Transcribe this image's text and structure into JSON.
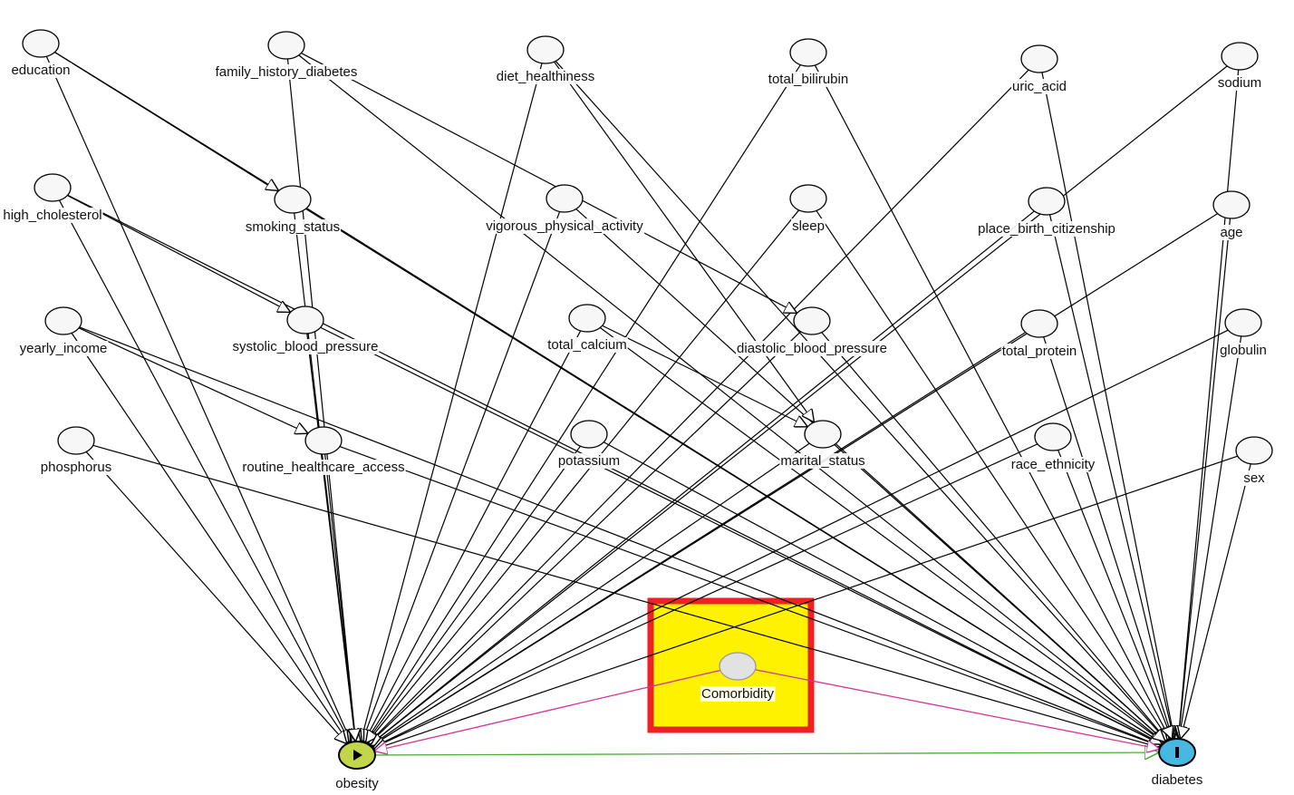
{
  "nodes": [
    {
      "id": "education",
      "label": "education",
      "type": "covariate"
    },
    {
      "id": "family_history_diabetes",
      "label": "family_history_diabetes",
      "type": "covariate"
    },
    {
      "id": "diet_healthiness",
      "label": "diet_healthiness",
      "type": "covariate"
    },
    {
      "id": "total_bilirubin",
      "label": "total_bilirubin",
      "type": "covariate"
    },
    {
      "id": "uric_acid",
      "label": "uric_acid",
      "type": "covariate"
    },
    {
      "id": "sodium",
      "label": "sodium",
      "type": "covariate"
    },
    {
      "id": "high_cholesterol",
      "label": "high_cholesterol",
      "type": "covariate"
    },
    {
      "id": "smoking_status",
      "label": "smoking_status",
      "type": "covariate"
    },
    {
      "id": "vigorous_physical_activity",
      "label": "vigorous_physical_activity",
      "type": "covariate"
    },
    {
      "id": "sleep",
      "label": "sleep",
      "type": "covariate"
    },
    {
      "id": "place_birth_citizenship",
      "label": "place_birth_citizenship",
      "type": "covariate"
    },
    {
      "id": "age",
      "label": "age",
      "type": "covariate"
    },
    {
      "id": "yearly_income",
      "label": "yearly_income",
      "type": "covariate"
    },
    {
      "id": "systolic_blood_pressure",
      "label": "systolic_blood_pressure",
      "type": "covariate"
    },
    {
      "id": "total_calcium",
      "label": "total_calcium",
      "type": "covariate"
    },
    {
      "id": "diastolic_blood_pressure",
      "label": "diastolic_blood_pressure",
      "type": "covariate"
    },
    {
      "id": "total_protein",
      "label": "total_protein",
      "type": "covariate"
    },
    {
      "id": "globulin",
      "label": "globulin",
      "type": "covariate"
    },
    {
      "id": "phosphorus",
      "label": "phosphorus",
      "type": "covariate"
    },
    {
      "id": "routine_healthcare_access",
      "label": "routine_healthcare_access",
      "type": "covariate"
    },
    {
      "id": "potassium",
      "label": "potassium",
      "type": "covariate"
    },
    {
      "id": "marital_status",
      "label": "marital_status",
      "type": "covariate"
    },
    {
      "id": "race_ethnicity",
      "label": "race_ethnicity",
      "type": "covariate"
    },
    {
      "id": "sex",
      "label": "sex",
      "type": "covariate"
    },
    {
      "id": "Comorbidity",
      "label": "Comorbidity",
      "type": "latent"
    },
    {
      "id": "obesity",
      "label": "obesity",
      "type": "exposure"
    },
    {
      "id": "diabetes",
      "label": "diabetes",
      "type": "outcome"
    }
  ],
  "colors": {
    "exposure": "#c3d64a",
    "outcome": "#47b8e2",
    "latent": "#e2e2e2",
    "covariate": "#f7f7f7",
    "causal_path": "#4caf3a",
    "biasing_path": "#d6339b",
    "highlight_fill": "#fff200",
    "highlight_border": "#ee2124"
  },
  "extra_edges": [
    {
      "from": "education",
      "to": "smoking_status"
    },
    {
      "from": "family_history_diabetes",
      "to": "diastolic_blood_pressure"
    },
    {
      "from": "high_cholesterol",
      "to": "systolic_blood_pressure"
    },
    {
      "from": "yearly_income",
      "to": "routine_healthcare_access"
    },
    {
      "from": "diet_healthiness",
      "to": "marital_status"
    },
    {
      "from": "total_calcium",
      "to": "marital_status"
    }
  ],
  "special_edges": [
    {
      "from": "obesity",
      "to": "diabetes",
      "kind": "causal_path"
    },
    {
      "from": "Comorbidity",
      "to": "obesity",
      "kind": "biasing_path"
    },
    {
      "from": "Comorbidity",
      "to": "diabetes",
      "kind": "biasing_path"
    }
  ]
}
